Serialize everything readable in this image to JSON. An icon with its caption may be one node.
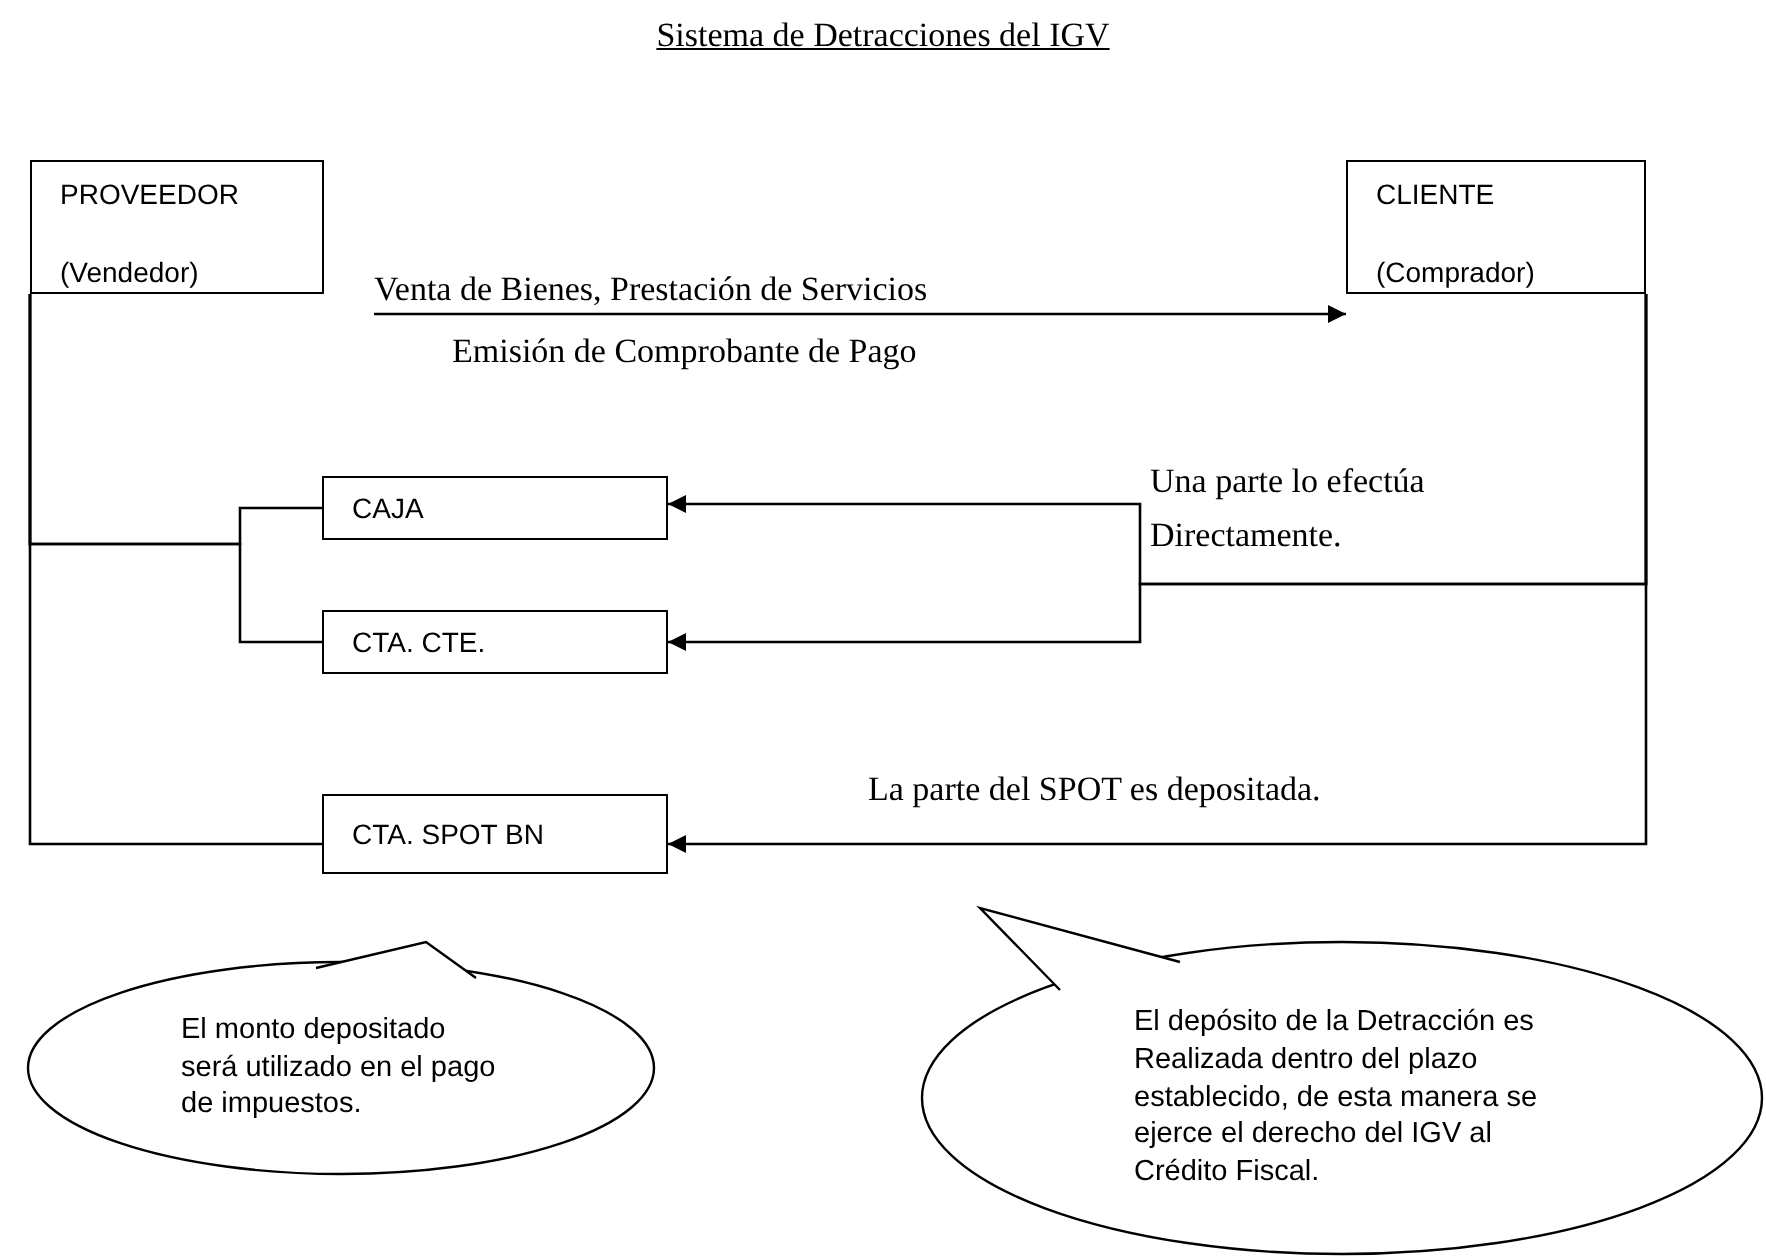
{
  "diagram": {
    "title": "Sistema de Detracciones del IGV",
    "nodes": [
      {
        "text": [
          "PROVEEDOR",
          "(Vendedor)"
        ]
      },
      {
        "text": [
          "CLIENTE",
          "(Comprador)"
        ]
      },
      {
        "text": [
          "CAJA"
        ]
      },
      {
        "text": [
          "CTA. CTE."
        ]
      },
      {
        "text": [
          "CTA. SPOT BN"
        ]
      },
      {
        "text": [
          "El monto depositado será utilizado en el pago de impuestos."
        ]
      },
      {
        "text": [
          "El depósito de la Detracción es Realizada dentro del plazo establecido, de esta manera se ejerce el derecho del IGV al Crédito Fiscal."
        ]
      }
    ],
    "edges": [
      {
        "from": 0,
        "to": 1,
        "arrow": "to",
        "label": "Venta de Bienes, Prestación de Servicios"
      },
      {
        "from": 0,
        "to": 2,
        "arrow": "none"
      },
      {
        "from": 0,
        "to": 3,
        "arrow": "none"
      },
      {
        "from": 0,
        "to": 4,
        "arrow": "none"
      },
      {
        "from": 1,
        "to": 2,
        "arrow": "to"
      },
      {
        "from": 1,
        "to": 3,
        "arrow": "to"
      },
      {
        "from": 1,
        "to": 4,
        "arrow": "to",
        "label": "La parte del SPOT es depositada."
      }
    ],
    "labels": [
      "Emisión de Comprobante de Pago",
      "Una parte lo efectúa Directamente."
    ]
  }
}
